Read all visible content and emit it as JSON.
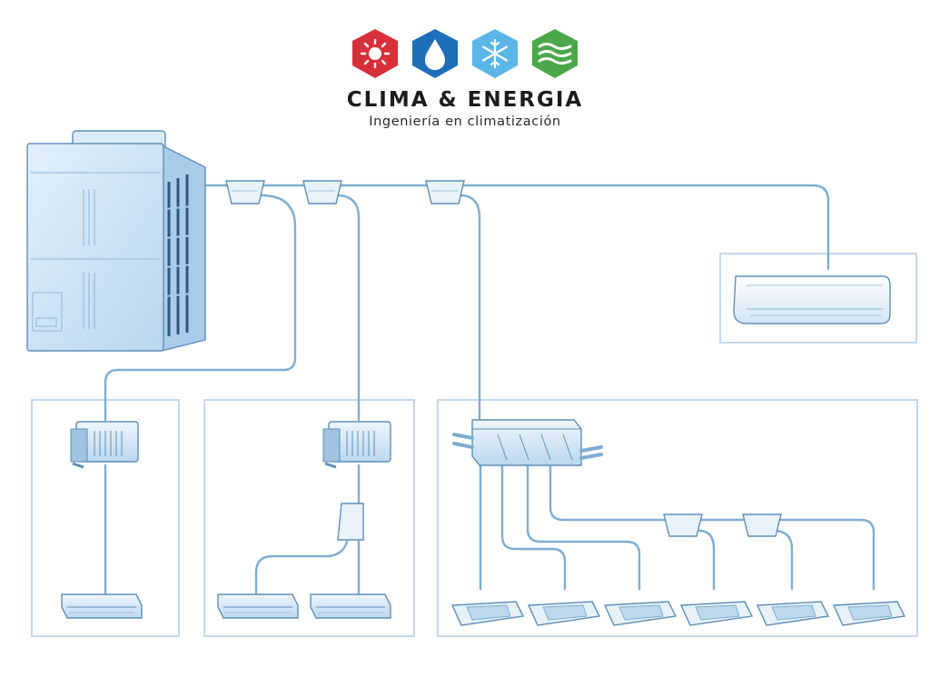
{
  "brand": {
    "name": "CLIMA & ENERGIA",
    "tagline": "Ingeniería en climatización",
    "icons": [
      "sun-icon",
      "water-drop-icon",
      "snowflake-icon",
      "wind-waves-icon"
    ],
    "icon_colors": [
      "#d7303b",
      "#1d6fb8",
      "#5bb6e8",
      "#4aa84a"
    ]
  },
  "colors": {
    "pipe": "#7eaed3",
    "zone_border": "#c3daee",
    "unit_fill": "#d9eaf8",
    "unit_stroke": "#5f8fba"
  },
  "diagram": {
    "outdoor_unit": {
      "icon": "vrf-outdoor-unit-icon"
    },
    "zones": [
      {
        "id": "zone-1",
        "units": [
          "ducted-fan-coil",
          "low-profile-duct-unit"
        ]
      },
      {
        "id": "zone-2",
        "units": [
          "ducted-fan-coil",
          "branch-joint",
          "low-profile-duct-unit",
          "low-profile-duct-unit"
        ]
      },
      {
        "id": "zone-3",
        "units": [
          "distribution-box",
          "cassette-unit",
          "cassette-unit",
          "cassette-unit",
          "cassette-unit",
          "cassette-unit",
          "cassette-unit"
        ]
      },
      {
        "id": "zone-4",
        "units": [
          "wall-split-unit"
        ]
      }
    ]
  }
}
